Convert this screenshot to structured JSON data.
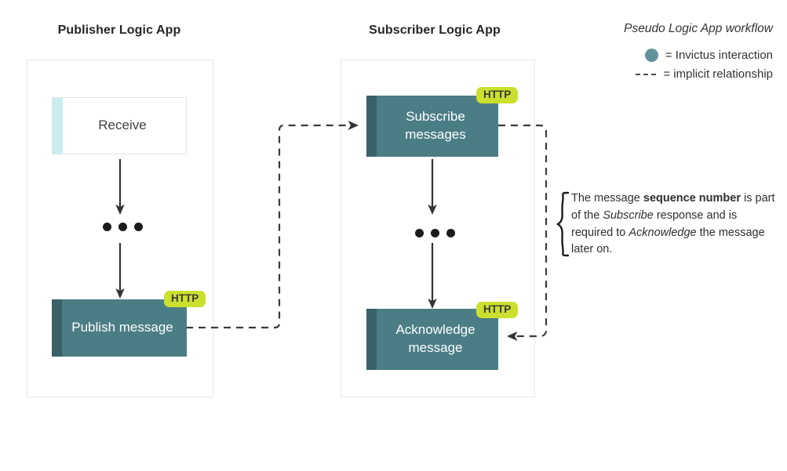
{
  "diagram": {
    "columns": [
      {
        "id": "publisher",
        "title": "Publisher Logic App"
      },
      {
        "id": "subscriber",
        "title": "Subscriber Logic App"
      }
    ],
    "nodes": [
      {
        "id": "receive",
        "label": "Receive",
        "style": "plain",
        "badge": null,
        "column": "publisher"
      },
      {
        "id": "publish",
        "label": "Publish message",
        "style": "teal",
        "badge": "HTTP",
        "column": "publisher"
      },
      {
        "id": "subscribe",
        "label": "Subscribe\nmessages",
        "line1": "Subscribe",
        "line2": "messages",
        "style": "teal",
        "badge": "HTTP",
        "column": "subscriber"
      },
      {
        "id": "acknowledge",
        "label": "Acknowledge\nmessage",
        "line1": "Acknowledge",
        "line2": "message",
        "style": "teal",
        "badge": "HTTP",
        "column": "subscriber"
      }
    ],
    "badge_label": "HTTP",
    "ellipsis": "•••"
  },
  "legend": {
    "title": "Pseudo Logic App workflow",
    "items": [
      {
        "swatch": "circle",
        "text": "= Invictus interaction"
      },
      {
        "swatch": "dash",
        "text": "= implicit relationship"
      }
    ]
  },
  "annotation": {
    "line1_a": "The message ",
    "line1_b": "sequence number",
    "line1_c": " is",
    "line2_a": "part of the ",
    "line2_b": "Subscribe",
    "line2_c": " response and is",
    "line3_a": "required to ",
    "line3_b": "Acknowledge",
    "line3_c": " the message",
    "line4": "later on."
  },
  "colors": {
    "teal": "#4b7d85",
    "teal_accent": "#3a6068",
    "cyan_accent": "#c9eef1",
    "badge": "#cbe02e",
    "lane_border": "#e6e6e6",
    "arrow": "#333333",
    "legend_circle": "#639199"
  }
}
